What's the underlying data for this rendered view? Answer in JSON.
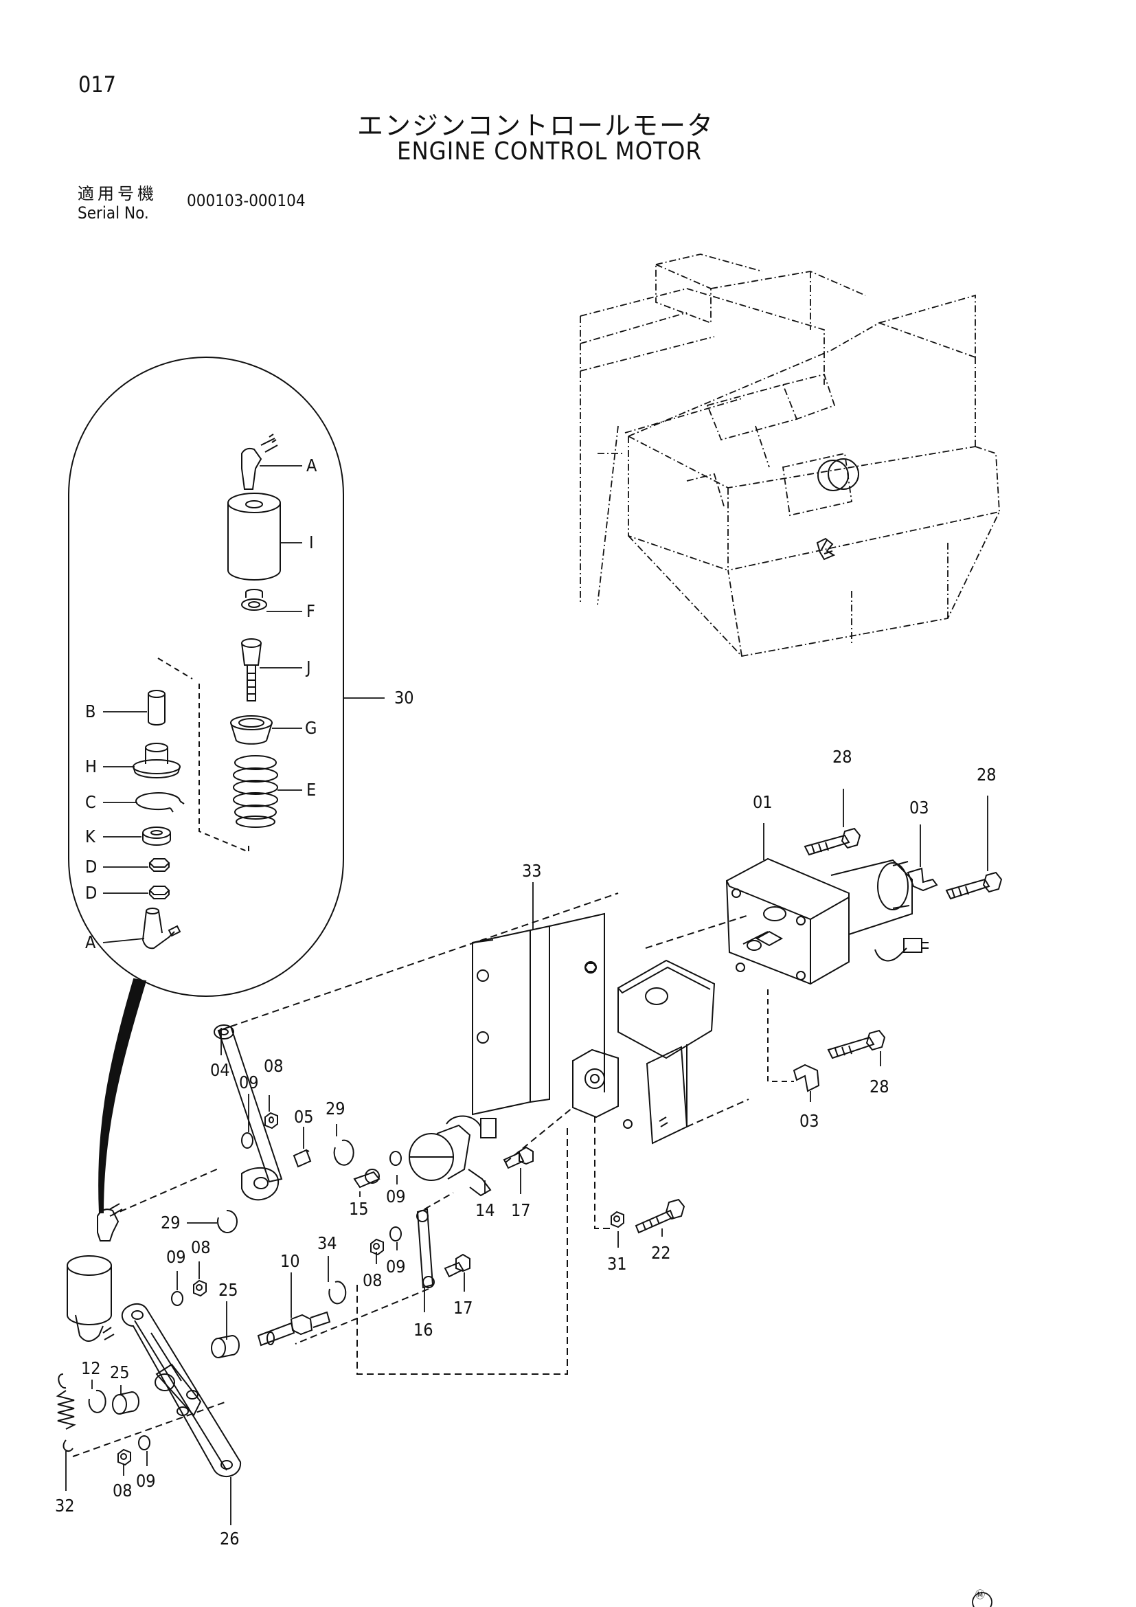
{
  "page_number": "017",
  "title_jp": "エンジンコントロールモータ",
  "title_en": "ENGINE CONTROL MOTOR",
  "serial_label_jp": "適用号機",
  "serial_label_en": "Serial No.",
  "serial_value": "000103-000104",
  "mark": "Ⓜ",
  "callouts": {
    "inset_A_top": "A",
    "inset_I": "I",
    "inset_F": "F",
    "inset_J": "J",
    "inset_G": "G",
    "inset_E": "E",
    "inset_B": "B",
    "inset_H": "H",
    "inset_C": "C",
    "inset_K": "K",
    "inset_D1": "D",
    "inset_D2": "D",
    "inset_A_bottom": "A",
    "p30": "30",
    "p28a": "28",
    "p28b": "28",
    "p28c": "28",
    "p01": "01",
    "p03a": "03",
    "p03b": "03",
    "p33": "33",
    "p04": "04",
    "p09a": "09",
    "p08a": "08",
    "p05": "05",
    "p29a": "29",
    "p29b": "29",
    "p15": "15",
    "p09b": "09",
    "p14": "14",
    "p17a": "17",
    "p31": "31",
    "p22": "22",
    "p09c": "09",
    "p08b": "08",
    "p25a": "25",
    "p10": "10",
    "p34": "34",
    "p08c": "08",
    "p09d": "09",
    "p16": "16",
    "p17b": "17",
    "p12": "12",
    "p25b": "25",
    "p08d": "08",
    "p09e": "09",
    "p32": "32",
    "p26": "26"
  }
}
